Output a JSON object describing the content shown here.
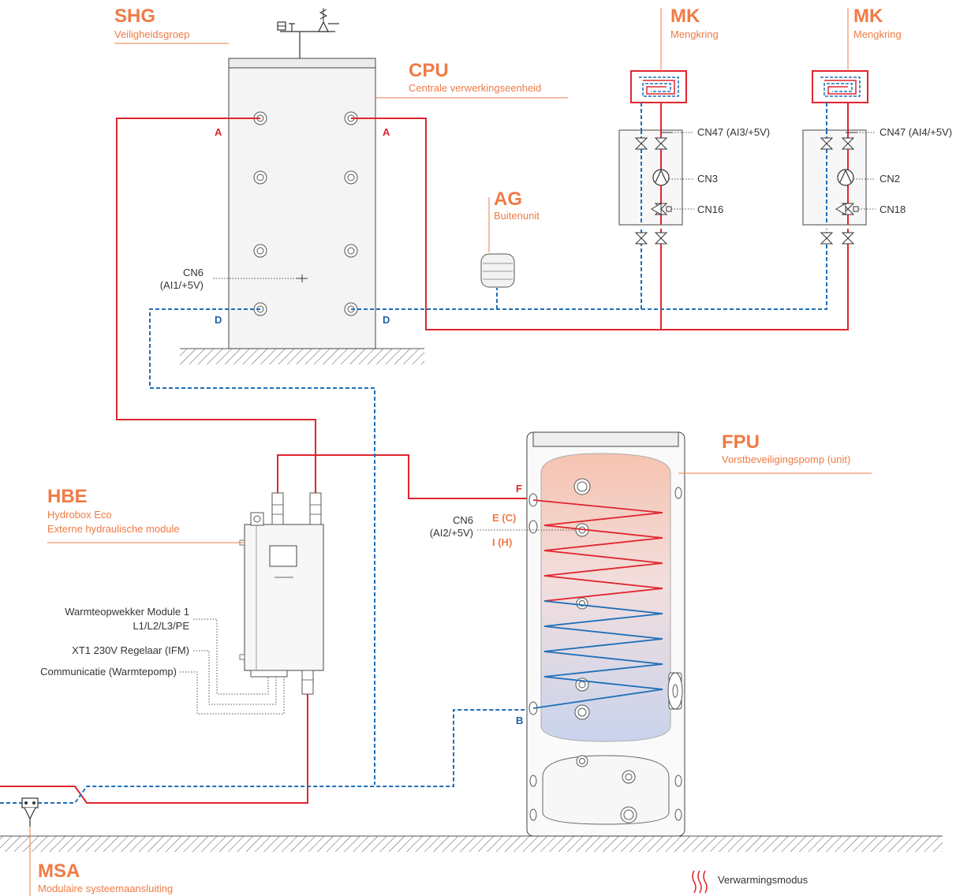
{
  "labels": {
    "shg": {
      "code": "SHG",
      "desc": "Veiligheidsgroep"
    },
    "cpu": {
      "code": "CPU",
      "desc": "Centrale verwerkingseenheid"
    },
    "mk1": {
      "code": "MK",
      "desc": "Mengkring"
    },
    "mk2": {
      "code": "MK",
      "desc": "Mengkring"
    },
    "ag": {
      "code": "AG",
      "desc": "Buitenunit"
    },
    "fpu": {
      "code": "FPU",
      "desc": "Vorstbeveiligingspomp (unit)"
    },
    "hbe": {
      "code": "HBE",
      "desc1": "Hydrobox Eco",
      "desc2": "Externe hydraulische module"
    },
    "msa": {
      "code": "MSA",
      "desc": "Modulaire systeemaansluiting"
    }
  },
  "connectors": {
    "cn6_cpu_1": "CN6",
    "cn6_cpu_2": "(AI1/+5V)",
    "cn47_a": "CN47 (AI3/+5V)",
    "cn3": "CN3",
    "cn16": "CN16",
    "cn47_b": "CN47 (AI4/+5V)",
    "cn2": "CN2",
    "cn18": "CN18",
    "cn6_fpu_1": "CN6",
    "cn6_fpu_2": "(AI2/+5V)"
  },
  "ports": {
    "a_left": "A",
    "a_right": "A",
    "d_left": "D",
    "d_right": "D",
    "f": "F",
    "e": "E (C)",
    "i": "I (H)",
    "b": "B"
  },
  "hbe_connections": {
    "line1a": "Warmteopwekker Module 1",
    "line1b": "L1/L2/L3/PE",
    "line2": "XT1 230V Regelaar (IFM)",
    "line3": "Communicatie (Warmtepomp)"
  },
  "legend": {
    "heating_mode": "Verwarmingsmodus",
    "icon": "heat-waves-icon"
  },
  "colors": {
    "accent": "#ef7b45",
    "hot_line": "#e0262f",
    "cold_line": "#1f6fb8"
  }
}
